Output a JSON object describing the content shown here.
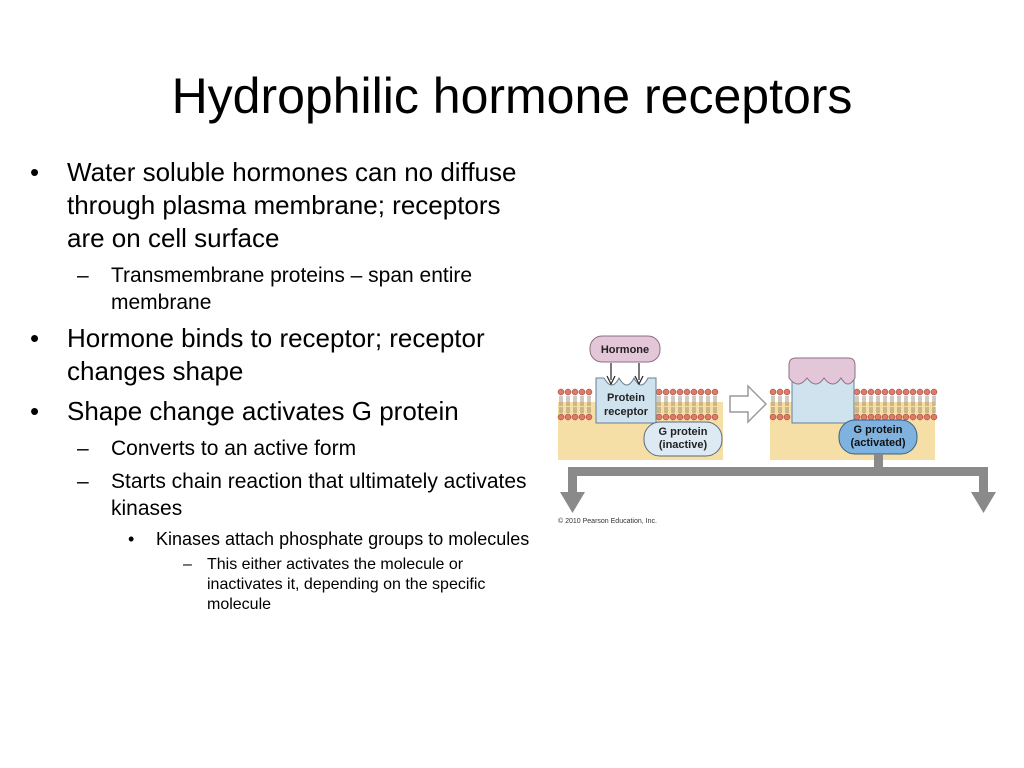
{
  "slide": {
    "title": "Hydrophilic hormone receptors",
    "bullets": [
      {
        "level": 1,
        "text": "Water soluble hormones can no diffuse through plasma membrane; receptors are on cell surface"
      },
      {
        "level": 2,
        "text": "Transmembrane proteins – span entire membrane"
      },
      {
        "level": 1,
        "text": "Hormone binds to receptor; receptor changes shape"
      },
      {
        "level": 1,
        "text": "Shape change activates G protein"
      },
      {
        "level": 2,
        "text": "Converts to an active form"
      },
      {
        "level": 2,
        "text": "Starts chain reaction that ultimately activates kinases"
      },
      {
        "level": 3,
        "text": "Kinases attach phosphate groups to molecules"
      },
      {
        "level": 4,
        "text": "This either activates the molecule or inactivates it, depending on the specific molecule"
      }
    ],
    "bullet_marks": {
      "l1": "•",
      "l2": "–",
      "l3": "•",
      "l4": "–"
    }
  },
  "figure": {
    "hormone_label": "Hormone",
    "receptor_label_1": "Protein",
    "receptor_label_2": "receptor",
    "gprotein_inactive_1": "G protein",
    "gprotein_inactive_2": "(inactive)",
    "gprotein_active_1": "G protein",
    "gprotein_active_2": "(activated)",
    "copyright": "© 2010 Pearson Education, Inc.",
    "colors": {
      "hormone": "#e3c6d8",
      "receptor": "#cfe3ef",
      "membrane_head": "#e07a68",
      "cytoplasm": "#f6dfa6",
      "g_inactive": "#dde9f3",
      "g_active": "#7fb2de",
      "arrow": "#8a8a8a"
    }
  }
}
